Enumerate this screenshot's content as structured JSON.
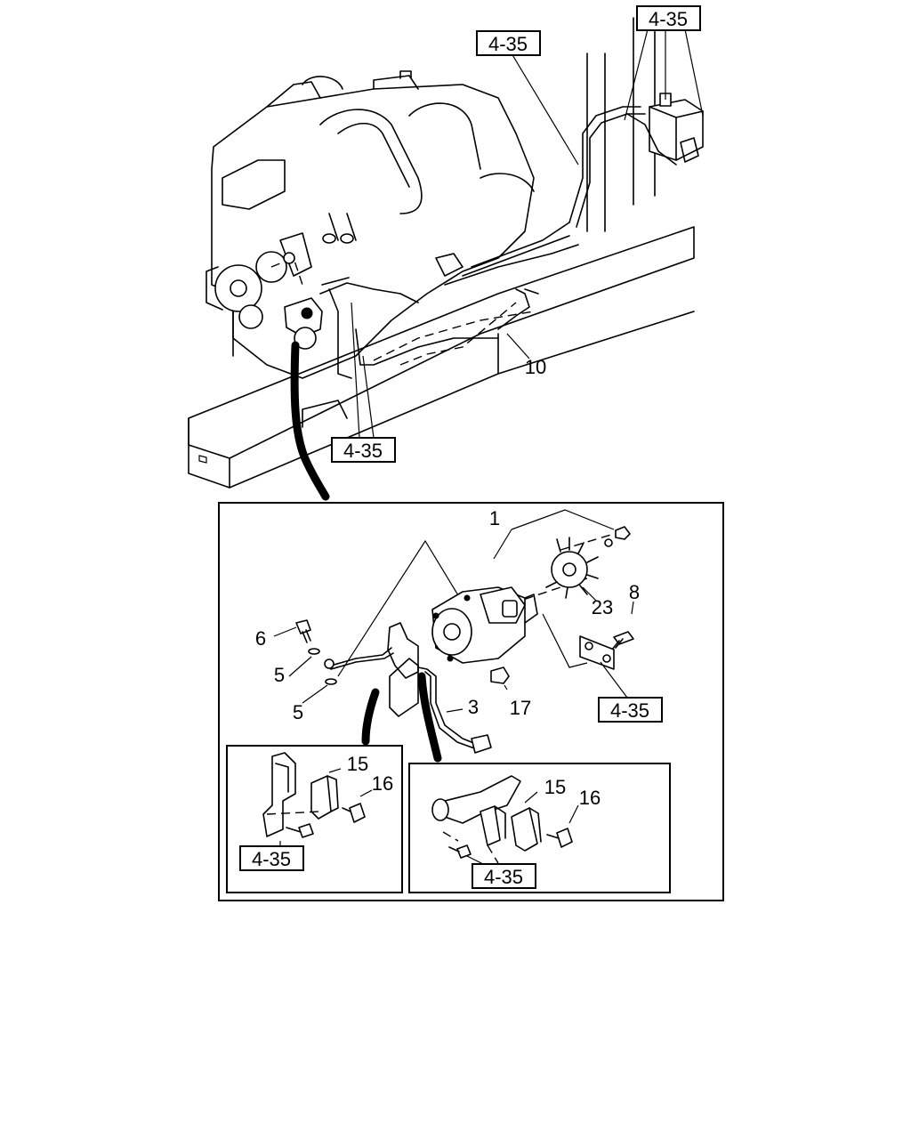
{
  "diagram": {
    "refs": {
      "top_right": "4-35",
      "top_center": "4-35",
      "engine_bottom": "4-35",
      "detail_right": "4-35",
      "inset_left": "4-35",
      "inset_right": "4-35"
    },
    "callouts": {
      "hose": "10",
      "pump_assembly": "1",
      "gear": "23",
      "bolt_8": "8",
      "bolt_6": "6",
      "washer_upper": "5",
      "washer_lower": "5",
      "pipe": "3",
      "nut": "17",
      "left_clip": "15",
      "left_bolt": "16",
      "right_clip": "15",
      "right_bolt": "16"
    }
  }
}
